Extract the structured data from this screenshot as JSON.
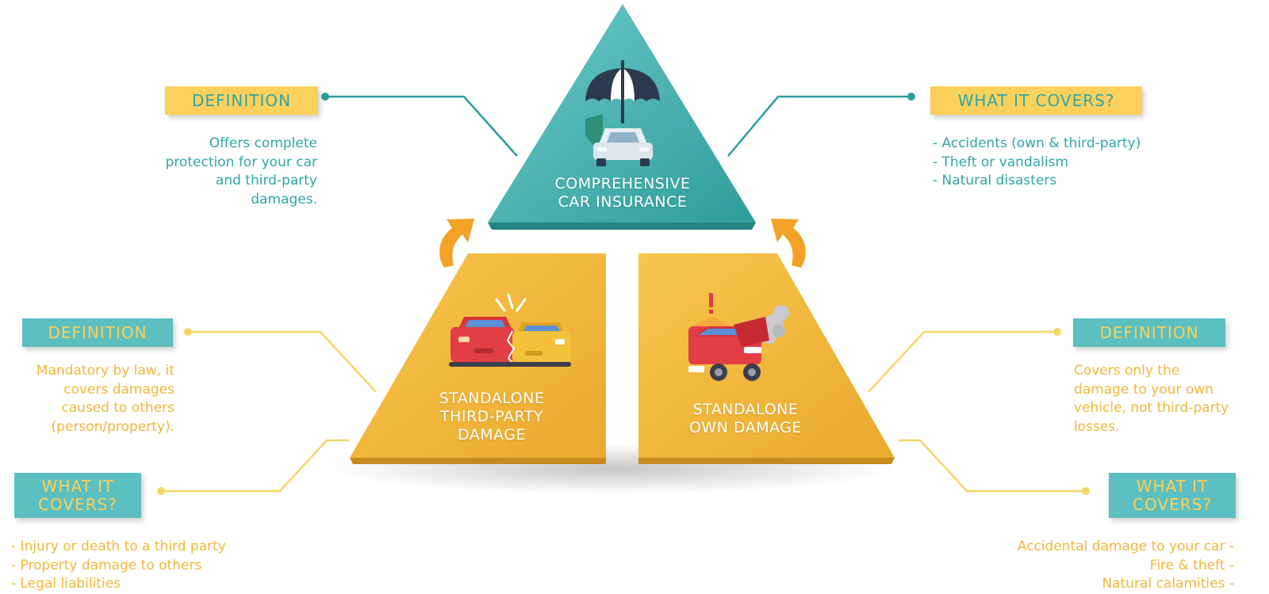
{
  "comprehensive": {
    "title_lines": [
      "COMPREHENSIVE",
      "CAR INSURANCE"
    ],
    "definition_label": "DEFINITION",
    "definition_lines": [
      "Offers complete",
      "protection for your car",
      "and third-party",
      "damages."
    ],
    "covers_label": "WHAT IT COVERS?",
    "covers_lines": [
      "- Accidents (own & third-party)",
      "- Theft or vandalism",
      "- Natural disasters"
    ]
  },
  "third_party": {
    "title_lines": [
      "STANDALONE",
      "THIRD-PARTY",
      "DAMAGE"
    ],
    "definition_label": "DEFINITION",
    "definition_lines": [
      "Mandatory by law, it",
      "covers damages",
      "caused to others",
      "(person/property)."
    ],
    "covers_label_lines": [
      "WHAT IT",
      "COVERS?"
    ],
    "covers_lines": [
      "- Injury or death to a third party",
      "- Property damage to others",
      "- Legal liabilities"
    ]
  },
  "own_damage": {
    "title_lines": [
      "STANDALONE",
      "OWN DAMAGE"
    ],
    "definition_label": "DEFINITION",
    "definition_lines": [
      "Covers only the",
      "damage to your own",
      "vehicle, not third-party",
      "losses."
    ],
    "covers_label_lines": [
      "WHAT IT",
      "COVERS?"
    ],
    "covers_lines": [
      "Accidental damage to your car -",
      "Fire & theft -",
      "Natural calamities -"
    ]
  },
  "colors": {
    "teal": "#3fb3b3",
    "teal_dark": "#2a8f8f",
    "yellow": "#fbd15b",
    "amber": "#f2b43a",
    "text_teal": "#2fa6a8",
    "text_amber": "#f0b73a"
  },
  "icons": [
    "umbrella-icon",
    "shield-icon",
    "car-icon",
    "car-crash-icon",
    "warning-icon",
    "smoke-icon",
    "arrow-up-icon"
  ]
}
